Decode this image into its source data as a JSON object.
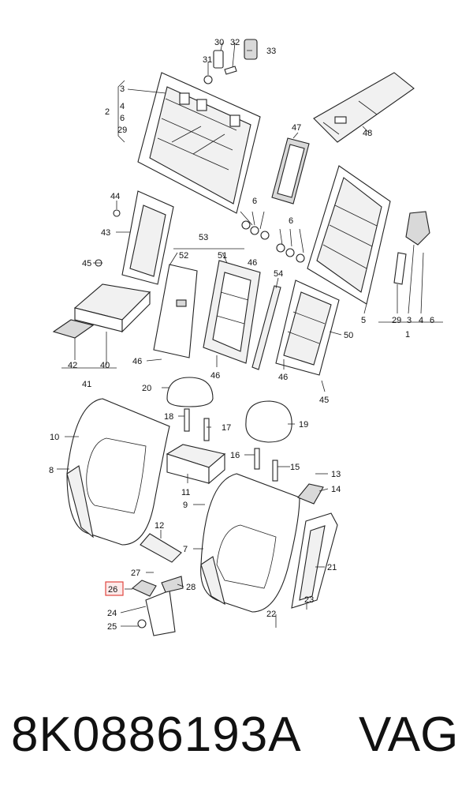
{
  "callouts": {
    "c1": "1",
    "c2": "2",
    "c3a": "3",
    "c3b": "3",
    "c4a": "4",
    "c4b": "4",
    "c5": "5",
    "c6a": "6",
    "c6b": "6",
    "c6c": "6",
    "c6d": "6",
    "c7": "7",
    "c8": "8",
    "c9": "9",
    "c10": "10",
    "c11": "11",
    "c12": "12",
    "c13": "13",
    "c14": "14",
    "c15": "15",
    "c16": "16",
    "c17": "17",
    "c18": "18",
    "c19": "19",
    "c20": "20",
    "c21": "21",
    "c22": "22",
    "c23": "23",
    "c24": "24",
    "c25": "25",
    "c26": "26",
    "c27": "27",
    "c28": "28",
    "c29a": "29",
    "c29b": "29",
    "c30": "30",
    "c31": "31",
    "c32": "32",
    "c33": "33",
    "c40": "40",
    "c41": "41",
    "c42": "42",
    "c43": "43",
    "c44": "44",
    "c45a": "45",
    "c45b": "45",
    "c46a": "46",
    "c46b": "46",
    "c46c": "46",
    "c46d": "46",
    "c47": "47",
    "c48": "48",
    "c50": "50",
    "c51": "51",
    "c52": "52",
    "c53": "53",
    "c54": "54"
  },
  "highlighted_part": "26",
  "footer": {
    "part_number": "8K0886193A",
    "brand": "VAG"
  },
  "colors": {
    "highlight": "#e0453f",
    "line": "#222222"
  }
}
